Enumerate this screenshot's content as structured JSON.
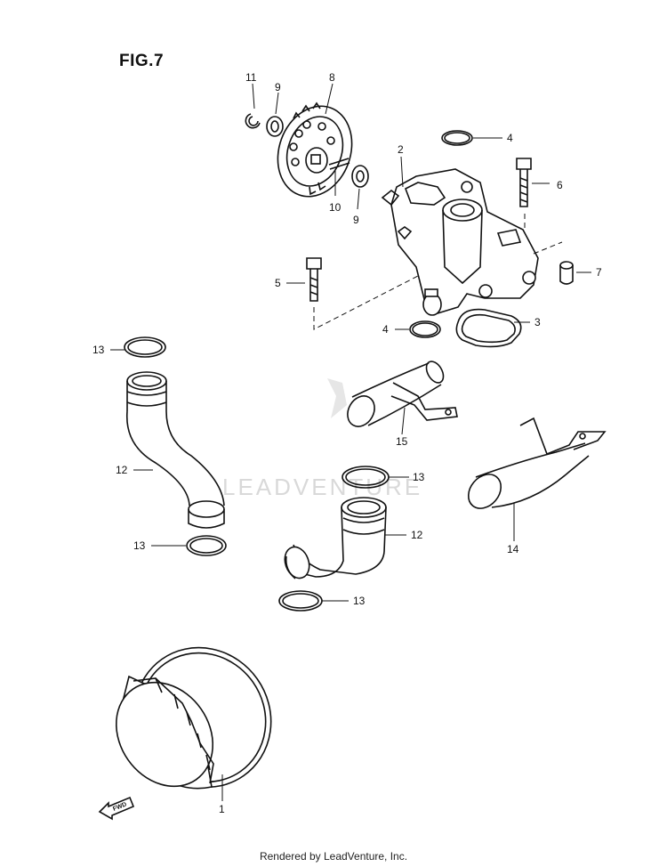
{
  "figure": {
    "title": "FIG.7"
  },
  "callouts": {
    "c1": "1",
    "c2": "2",
    "c3": "3",
    "c4a": "4",
    "c4b": "4",
    "c5": "5",
    "c6": "6",
    "c7": "7",
    "c8": "8",
    "c9a": "9",
    "c9b": "9",
    "c10": "10",
    "c11": "11",
    "c12a": "12",
    "c12b": "12",
    "c13a": "13",
    "c13b": "13",
    "c13c": "13",
    "c13d": "13",
    "c14": "14",
    "c15": "15"
  },
  "watermark": {
    "text": "LEADVENTURE"
  },
  "fwd_mark": {
    "text": "FWD"
  },
  "footer": {
    "text": "Rendered by LeadVenture, Inc."
  }
}
